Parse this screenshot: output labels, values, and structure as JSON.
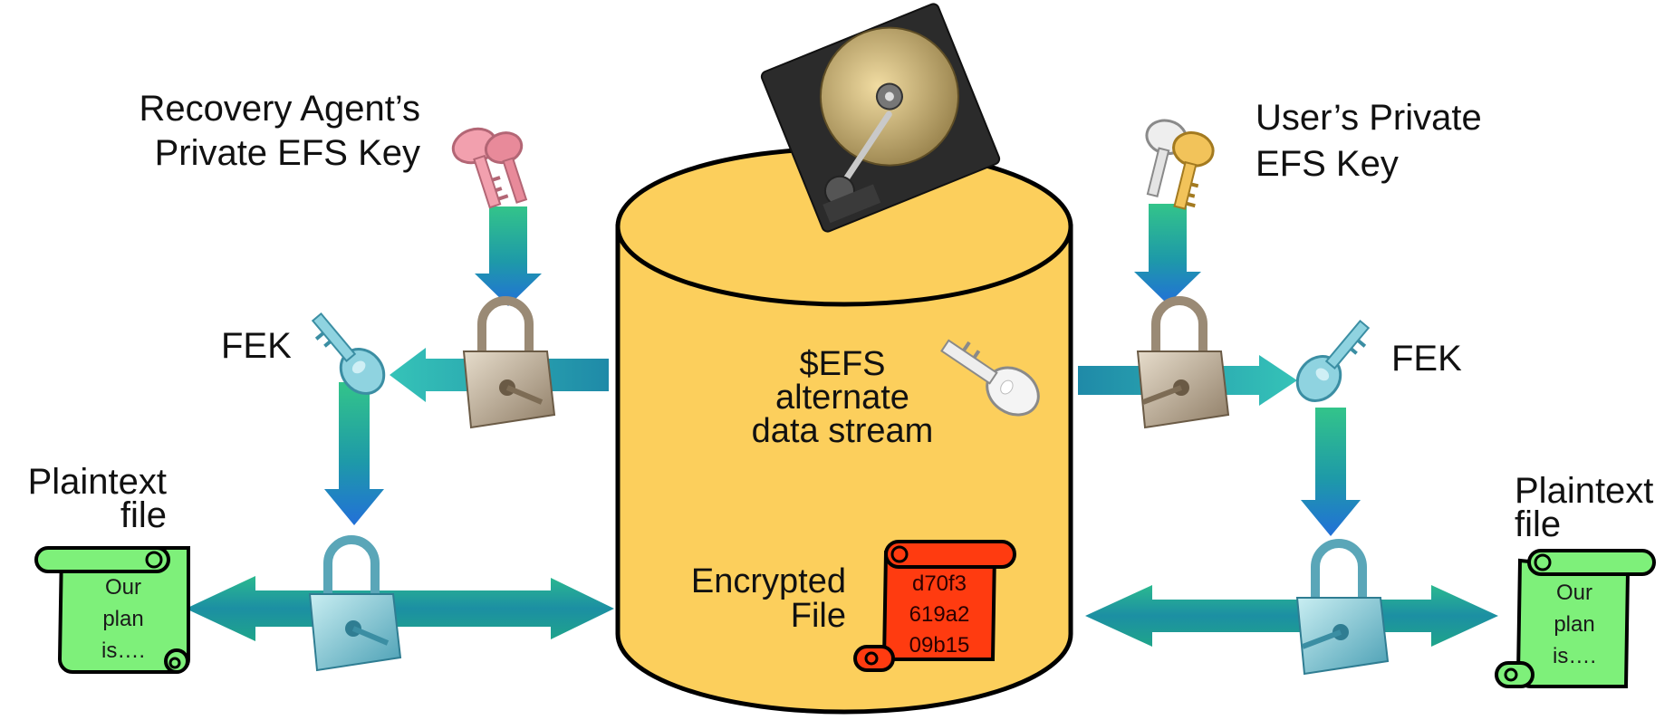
{
  "labels": {
    "recovery_key_line1": "Recovery Agent’s",
    "recovery_key_line2": "Private EFS Key",
    "user_key_line1": "User’s Private",
    "user_key_line2": "EFS Key",
    "fek_left": "FEK",
    "fek_right": "FEK",
    "efs_line1": "$EFS",
    "efs_line2": "alternate",
    "efs_line3": "data stream",
    "encrypted_line1": "Encrypted",
    "encrypted_line2": "File",
    "plaintext_left_line1": "Plaintext",
    "plaintext_left_line2": "file",
    "plaintext_right_line1": "Plaintext",
    "plaintext_right_line2": "file"
  },
  "left_scroll": {
    "line1": "Our",
    "line2": "plan",
    "line3": "is…."
  },
  "right_scroll": {
    "line1": "Our",
    "line2": "plan",
    "line3": "is…."
  },
  "encrypted_scroll": {
    "line1": "d70f3",
    "line2": "619a2",
    "line3": "09b15"
  },
  "colors": {
    "cylinder": "#fccf5c",
    "scroll_plain": "#7ef07a",
    "scroll_encrypted": "#ff3b10",
    "arrow_start": "#2fc08a",
    "arrow_end": "#1f6fd8"
  },
  "icons": [
    "hard-drive-icon",
    "pink-keys-icon",
    "gold-keys-icon",
    "padlock-icon",
    "fek-key-icon",
    "efs-key-icon"
  ]
}
